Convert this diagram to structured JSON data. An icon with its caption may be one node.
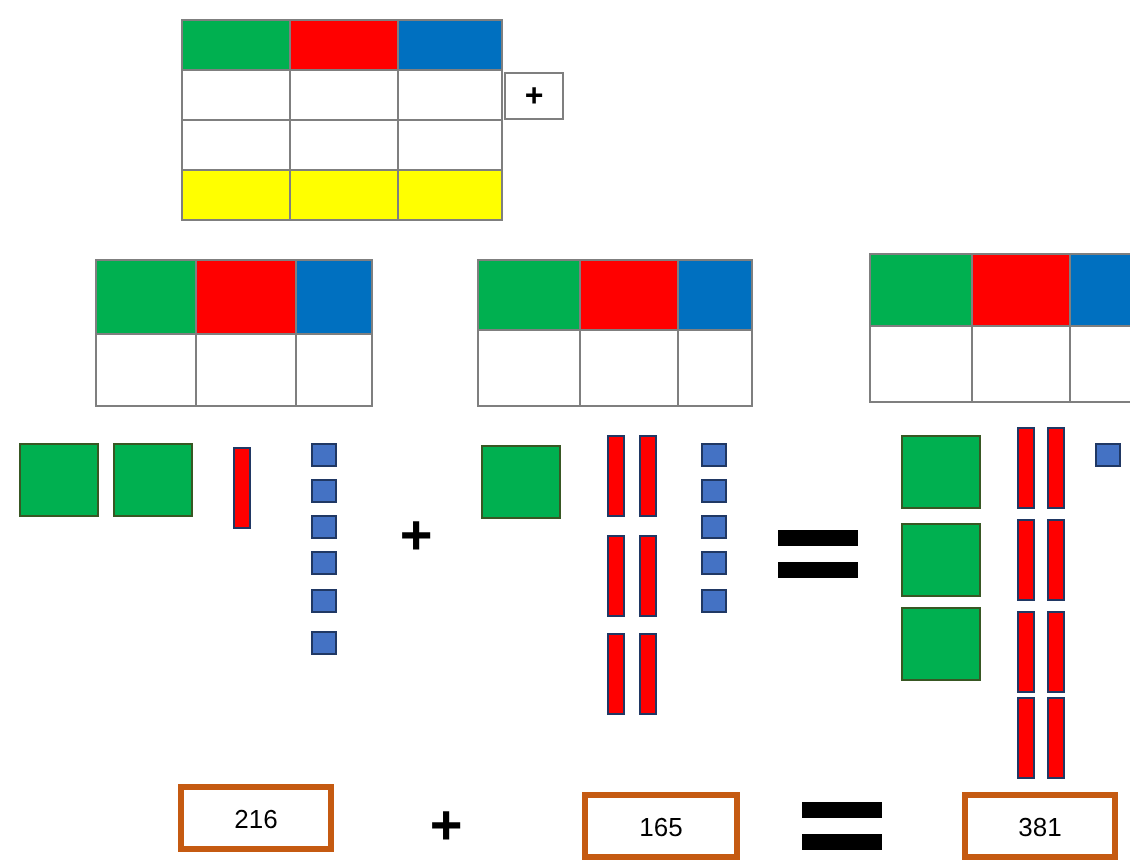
{
  "diagram": {
    "nodes": [
      {
        "text": [
          "216"
        ]
      },
      {
        "text": [
          "165"
        ]
      },
      {
        "text": [
          "381"
        ]
      }
    ],
    "labels": [
      "+",
      "+",
      "+"
    ]
  }
}
